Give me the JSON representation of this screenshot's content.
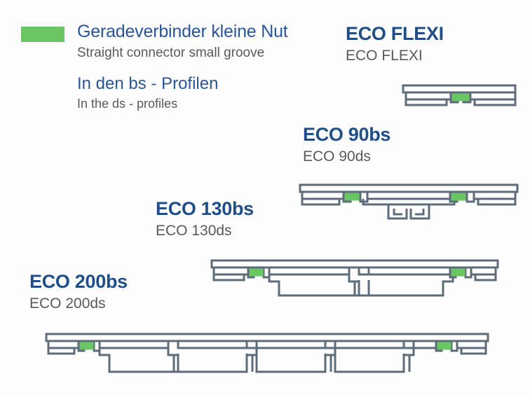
{
  "legend": {
    "swatch_color": "#6ac563",
    "title_de": "Geradeverbinder kleine Nut",
    "title_en": "Straight connector small groove",
    "scope_de": "In den bs - Profilen",
    "scope_en": "In the ds - profiles"
  },
  "colors": {
    "heading_blue": "#2a5699",
    "product_navy": "#1f4e88",
    "subtitle_gray": "#58595b",
    "outline_stroke": "#5e6b7a",
    "connector_green": "#6ac563",
    "background": "#fdfdfd"
  },
  "products": [
    {
      "id": "eco-flexi",
      "title": "ECO FLEXI",
      "subtitle": "ECO FLEXI",
      "connector_count": 1
    },
    {
      "id": "eco-90bs",
      "title": "ECO 90bs",
      "subtitle": "ECO 90ds",
      "connector_count": 2
    },
    {
      "id": "eco-130bs",
      "title": "ECO 130bs",
      "subtitle": "ECO 130ds",
      "connector_count": 2
    },
    {
      "id": "eco-200bs",
      "title": "ECO 200bs",
      "subtitle": "ECO 200ds",
      "connector_count": 2
    }
  ]
}
